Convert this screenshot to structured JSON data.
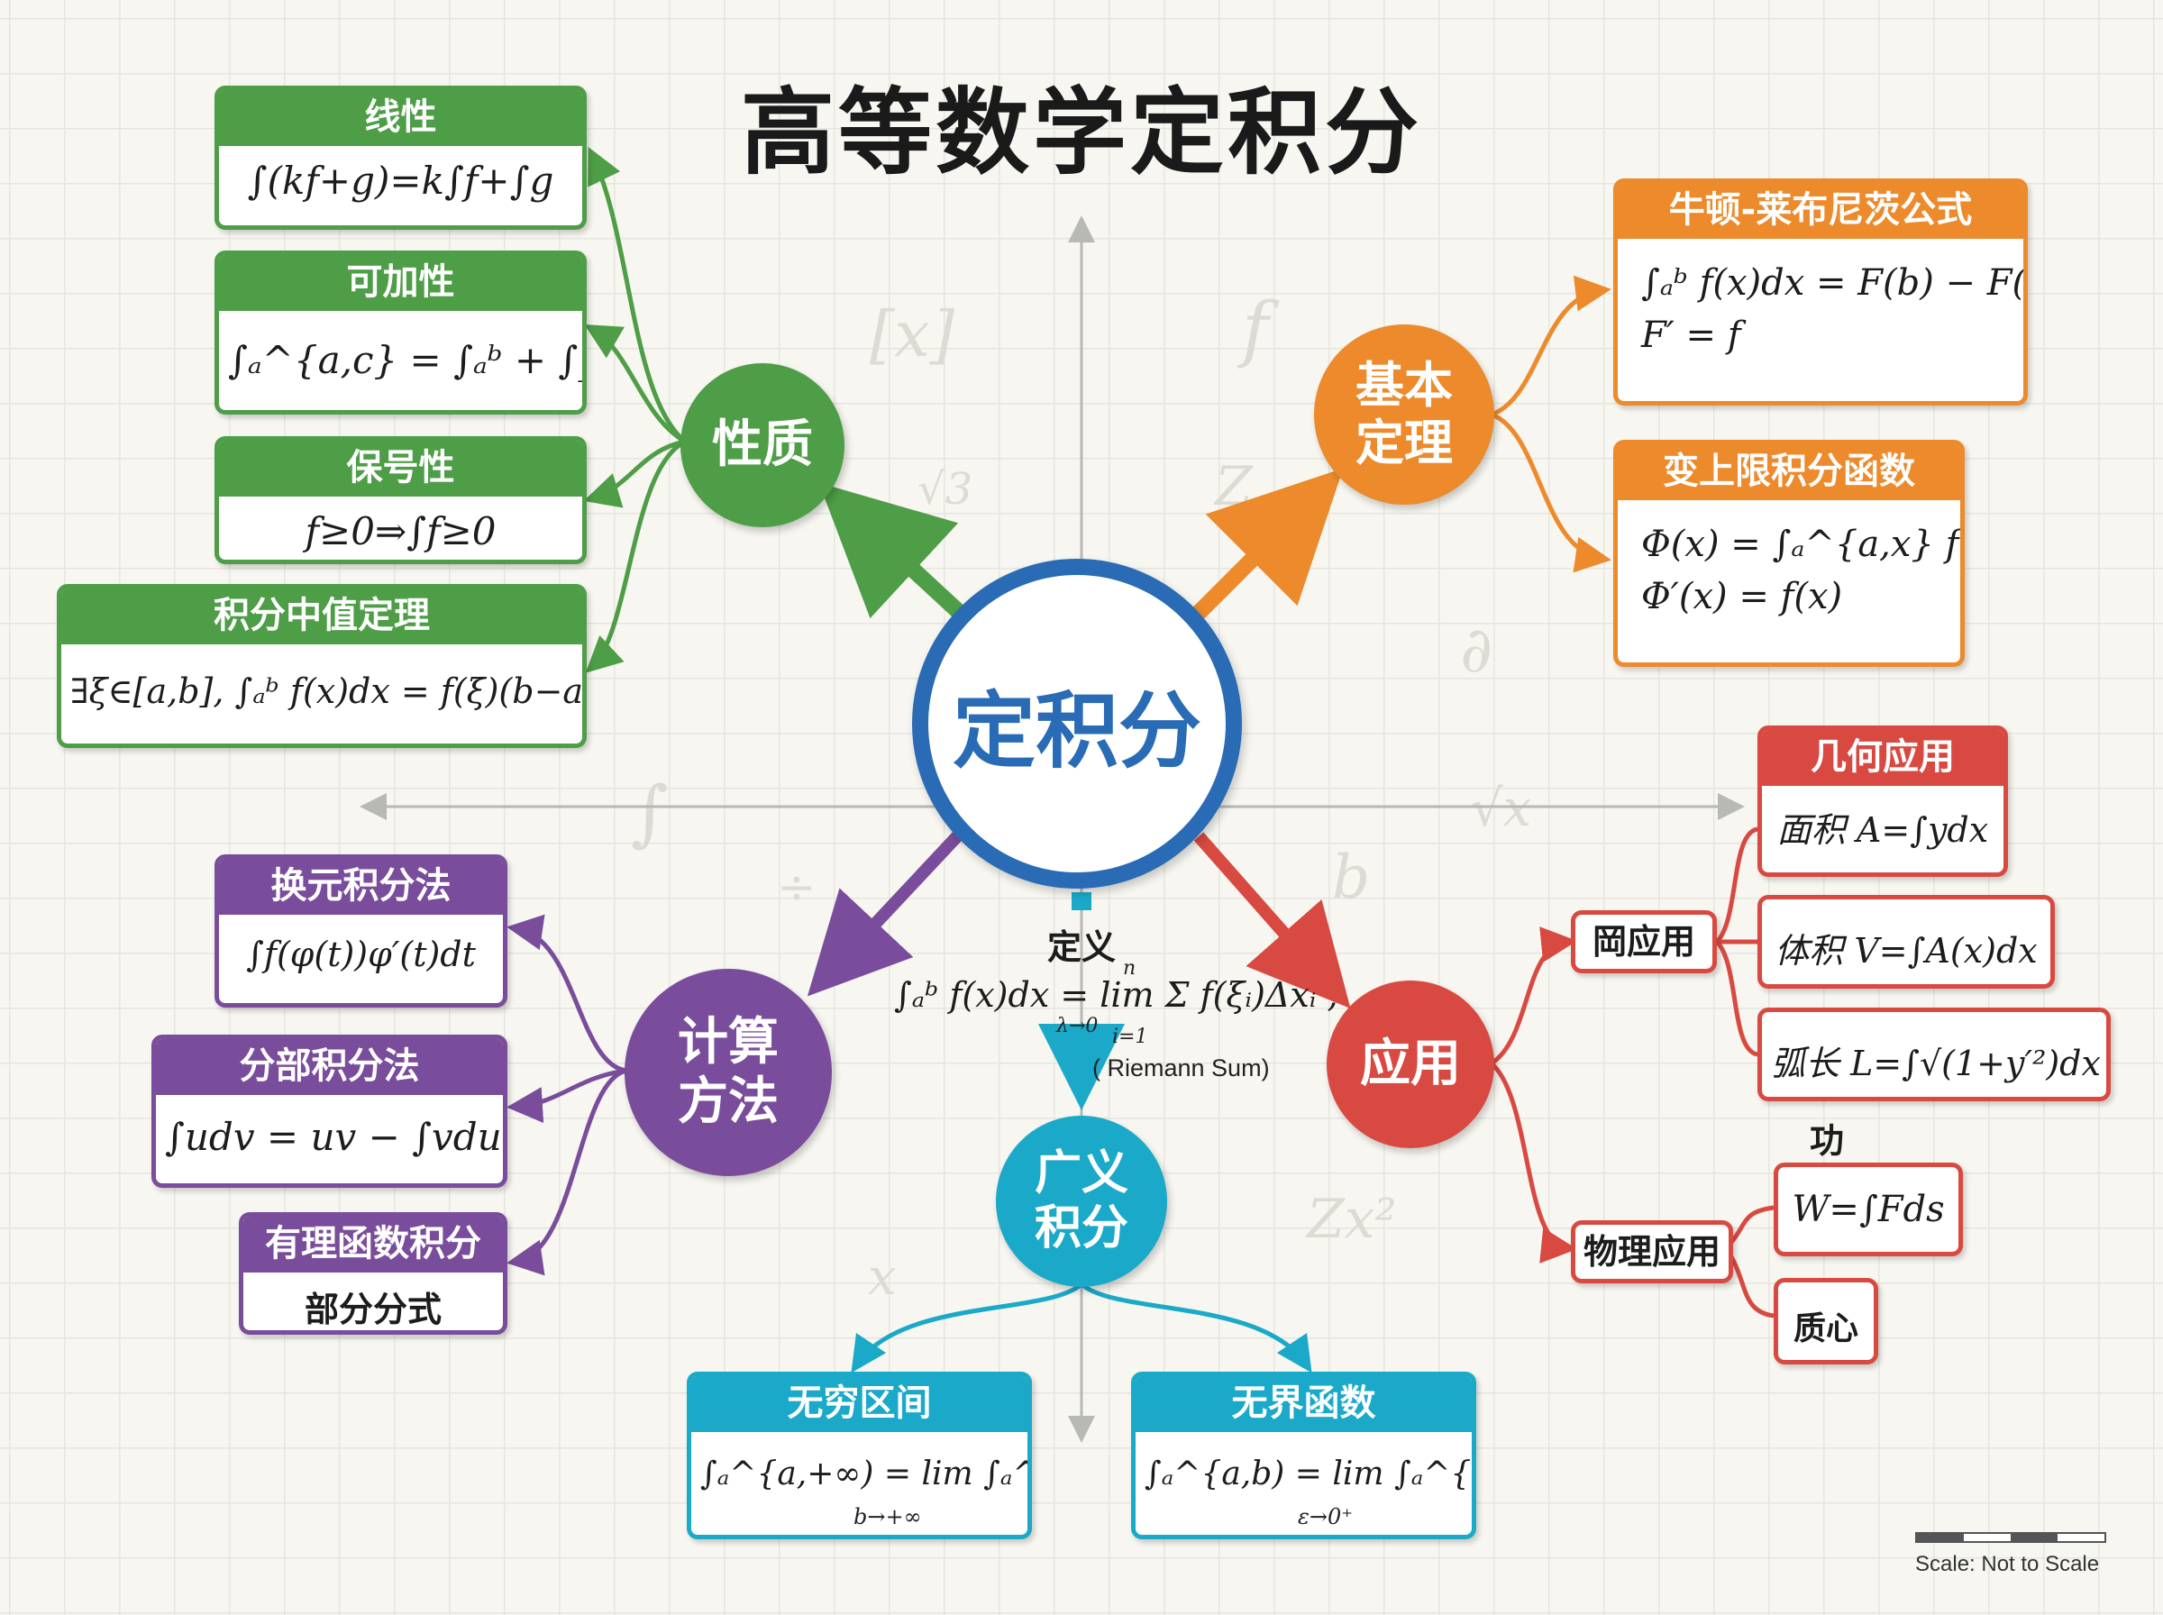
{
  "title": "高等数学定积分",
  "center": {
    "label": "定积分"
  },
  "properties": {
    "hub": "性质",
    "linearity": {
      "title": "线性",
      "formula": "∫(kf+g)=k∫f+∫g"
    },
    "additivity": {
      "title": "可加性",
      "formula": "∫ₐ^{a,c} = ∫ₐᵇ + ∫_b^{b,c}"
    },
    "sign": {
      "title": "保号性",
      "formula": "f≥0⇒∫f≥0"
    },
    "mean_value": {
      "title": "积分中值定理",
      "formula": "∃ξ∈[a,b], ∫ₐᵇ f(x)dx = f(ξ)(b−a)"
    }
  },
  "fundamental": {
    "hub": "基本定理",
    "newton_leibniz": {
      "title": "牛顿-莱布尼茨公式",
      "formula": "∫ₐᵇ f(x)dx = F(b) − F(a)",
      "formula2": "F′ = f"
    },
    "variable_limit": {
      "title": "变上限积分函数",
      "formula": "Φ(x) = ∫ₐ^{a,x} f(t)dt",
      "formula2": "Φ′(x) = f(x)"
    }
  },
  "methods": {
    "hub": "计算方法",
    "substitution": {
      "title": "换元积分法",
      "formula": "∫f(φ(t))φ′(t)dt"
    },
    "by_parts": {
      "title": "分部积分法",
      "formula": "∫udv = uv − ∫vdu"
    },
    "rational": {
      "title": "有理函数积分",
      "formula": "部分分式"
    }
  },
  "applications": {
    "hub": "应用",
    "geometry": {
      "title": "几何应用",
      "area": "面积 A=∫ydx",
      "volume": "体积 V=∫A(x)dx",
      "arc": "弧长 L=∫√(1+y′²)dx"
    },
    "other_tag": "岡应用",
    "physics": {
      "tag": "物理应用",
      "work_label": "功",
      "work": "W=∫Fds",
      "centroid": "质心"
    }
  },
  "definition": {
    "label": "定义",
    "formula": "∫ₐᵇ f(x)dx = lim  Σ f(ξᵢ)Δxᵢ ,",
    "lim_sub": "λ→0",
    "sum_top": "n",
    "sum_bottom": "i=1",
    "note": "( Riemann Sum)"
  },
  "improper": {
    "hub": "广义积分",
    "infinite": {
      "title": "无穷区间",
      "formula": "∫ₐ^{a,+∞) = lim ∫ₐ^{a,b}",
      "lim_sub": "b→+∞"
    },
    "unbounded": {
      "title": "无界函数",
      "formula": "∫ₐ^{a,b) = lim ∫ₐ^{a,b−ε}",
      "lim_sub": "ε→0⁺"
    }
  },
  "scale": {
    "label": "Scale: Not to Scale"
  },
  "colors": {
    "green": "#4e9d47",
    "orange": "#ec8a2c",
    "purple": "#7a4d9c",
    "cyan": "#1aa9c8",
    "red": "#d84a41",
    "blue": "#2a6bb5"
  },
  "background_symbols": [
    "[x]",
    "f",
    "√3",
    "Z",
    "b",
    "∫",
    "√x",
    "x",
    "Zx²",
    "∂",
    "÷"
  ]
}
